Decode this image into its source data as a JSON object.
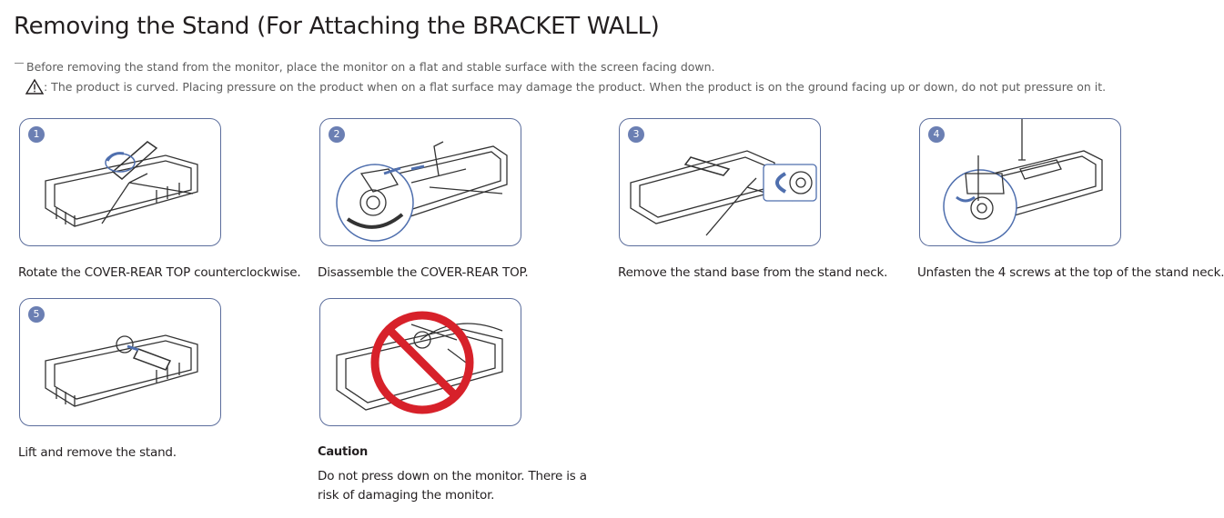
{
  "title": "Removing the Stand (For Attaching the BRACKET WALL)",
  "note": "Before removing the stand from the monitor, place the monitor on a flat and stable surface with the screen facing down.",
  "warning": ": The product is curved. Placing pressure on the product when on a flat surface may damage the product. When the product is on the ground facing up or down, do not put pressure on it.",
  "warning_icon": "warning-triangle-icon",
  "accent_color": "#6b7fb3",
  "steps": [
    {
      "number": "1",
      "caption": "Rotate the COVER-REAR TOP counterclockwise."
    },
    {
      "number": "2",
      "caption": "Disassemble the COVER-REAR TOP."
    },
    {
      "number": "3",
      "caption": "Remove the stand base from the stand neck."
    },
    {
      "number": "4",
      "caption": "Unfasten the 4 screws at the top of the stand neck."
    },
    {
      "number": "5",
      "caption": "Lift and remove the stand."
    }
  ],
  "caution": {
    "title": "Caution",
    "text": "Do not press down on the monitor. There is a risk of damaging the monitor.",
    "icon": "prohibited-icon",
    "icon_color": "#d7212a"
  }
}
